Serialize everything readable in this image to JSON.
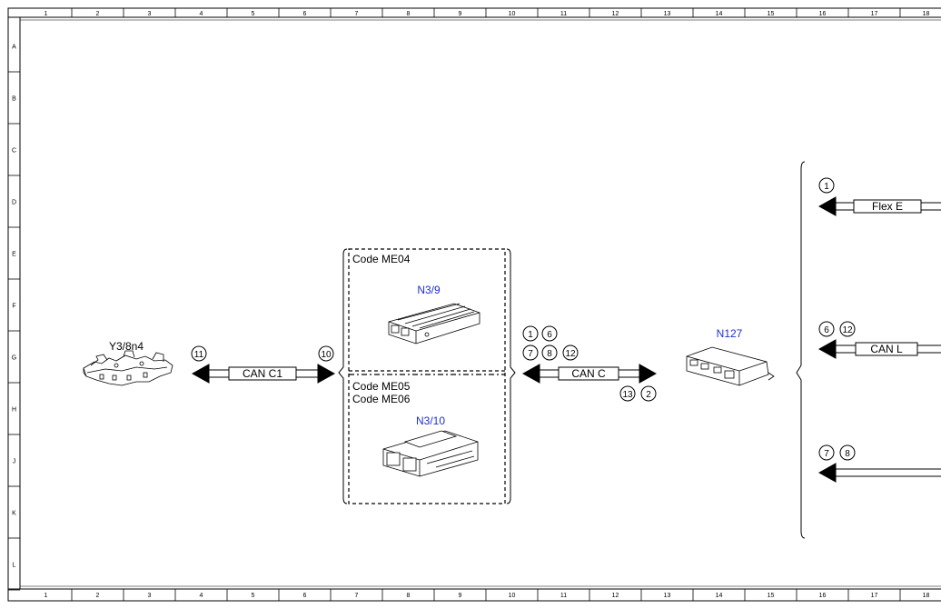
{
  "grid": {
    "columns": [
      "1",
      "2",
      "3",
      "4",
      "5",
      "6",
      "7",
      "8",
      "9",
      "10",
      "11",
      "12",
      "13",
      "14",
      "15",
      "16",
      "17",
      "18"
    ],
    "rows": [
      "A",
      "B",
      "C",
      "D",
      "E",
      "F",
      "G",
      "H",
      "J",
      "K",
      "L"
    ]
  },
  "components": {
    "y3_8n4": {
      "label": "Y3/8n4"
    },
    "n3_9": {
      "label": "N3/9"
    },
    "n3_10": {
      "label": "N3/10"
    },
    "n127": {
      "label": "N127"
    }
  },
  "code_box": {
    "top_codes": [
      "Code ME04"
    ],
    "bottom_codes": [
      "Code ME05",
      "Code ME06"
    ]
  },
  "buses": {
    "can_c1": {
      "label": "CAN C1",
      "left_refs": [
        "11"
      ],
      "right_refs": [
        "10"
      ]
    },
    "can_c": {
      "label": "CAN C",
      "top_refs": [
        "1",
        "6"
      ],
      "mid_refs": [
        "7",
        "8",
        "12"
      ],
      "bottom_refs": [
        "13",
        "2"
      ]
    },
    "flex_e": {
      "label": "Flex E",
      "refs": [
        "1"
      ]
    },
    "can_l": {
      "label": "CAN L",
      "refs": [
        "6",
        "12"
      ]
    },
    "bus_78": {
      "label": "",
      "refs": [
        "7",
        "8"
      ]
    }
  },
  "colors": {
    "line": "#000000",
    "component_label": "#1f2fd1",
    "background": "#ffffff"
  }
}
